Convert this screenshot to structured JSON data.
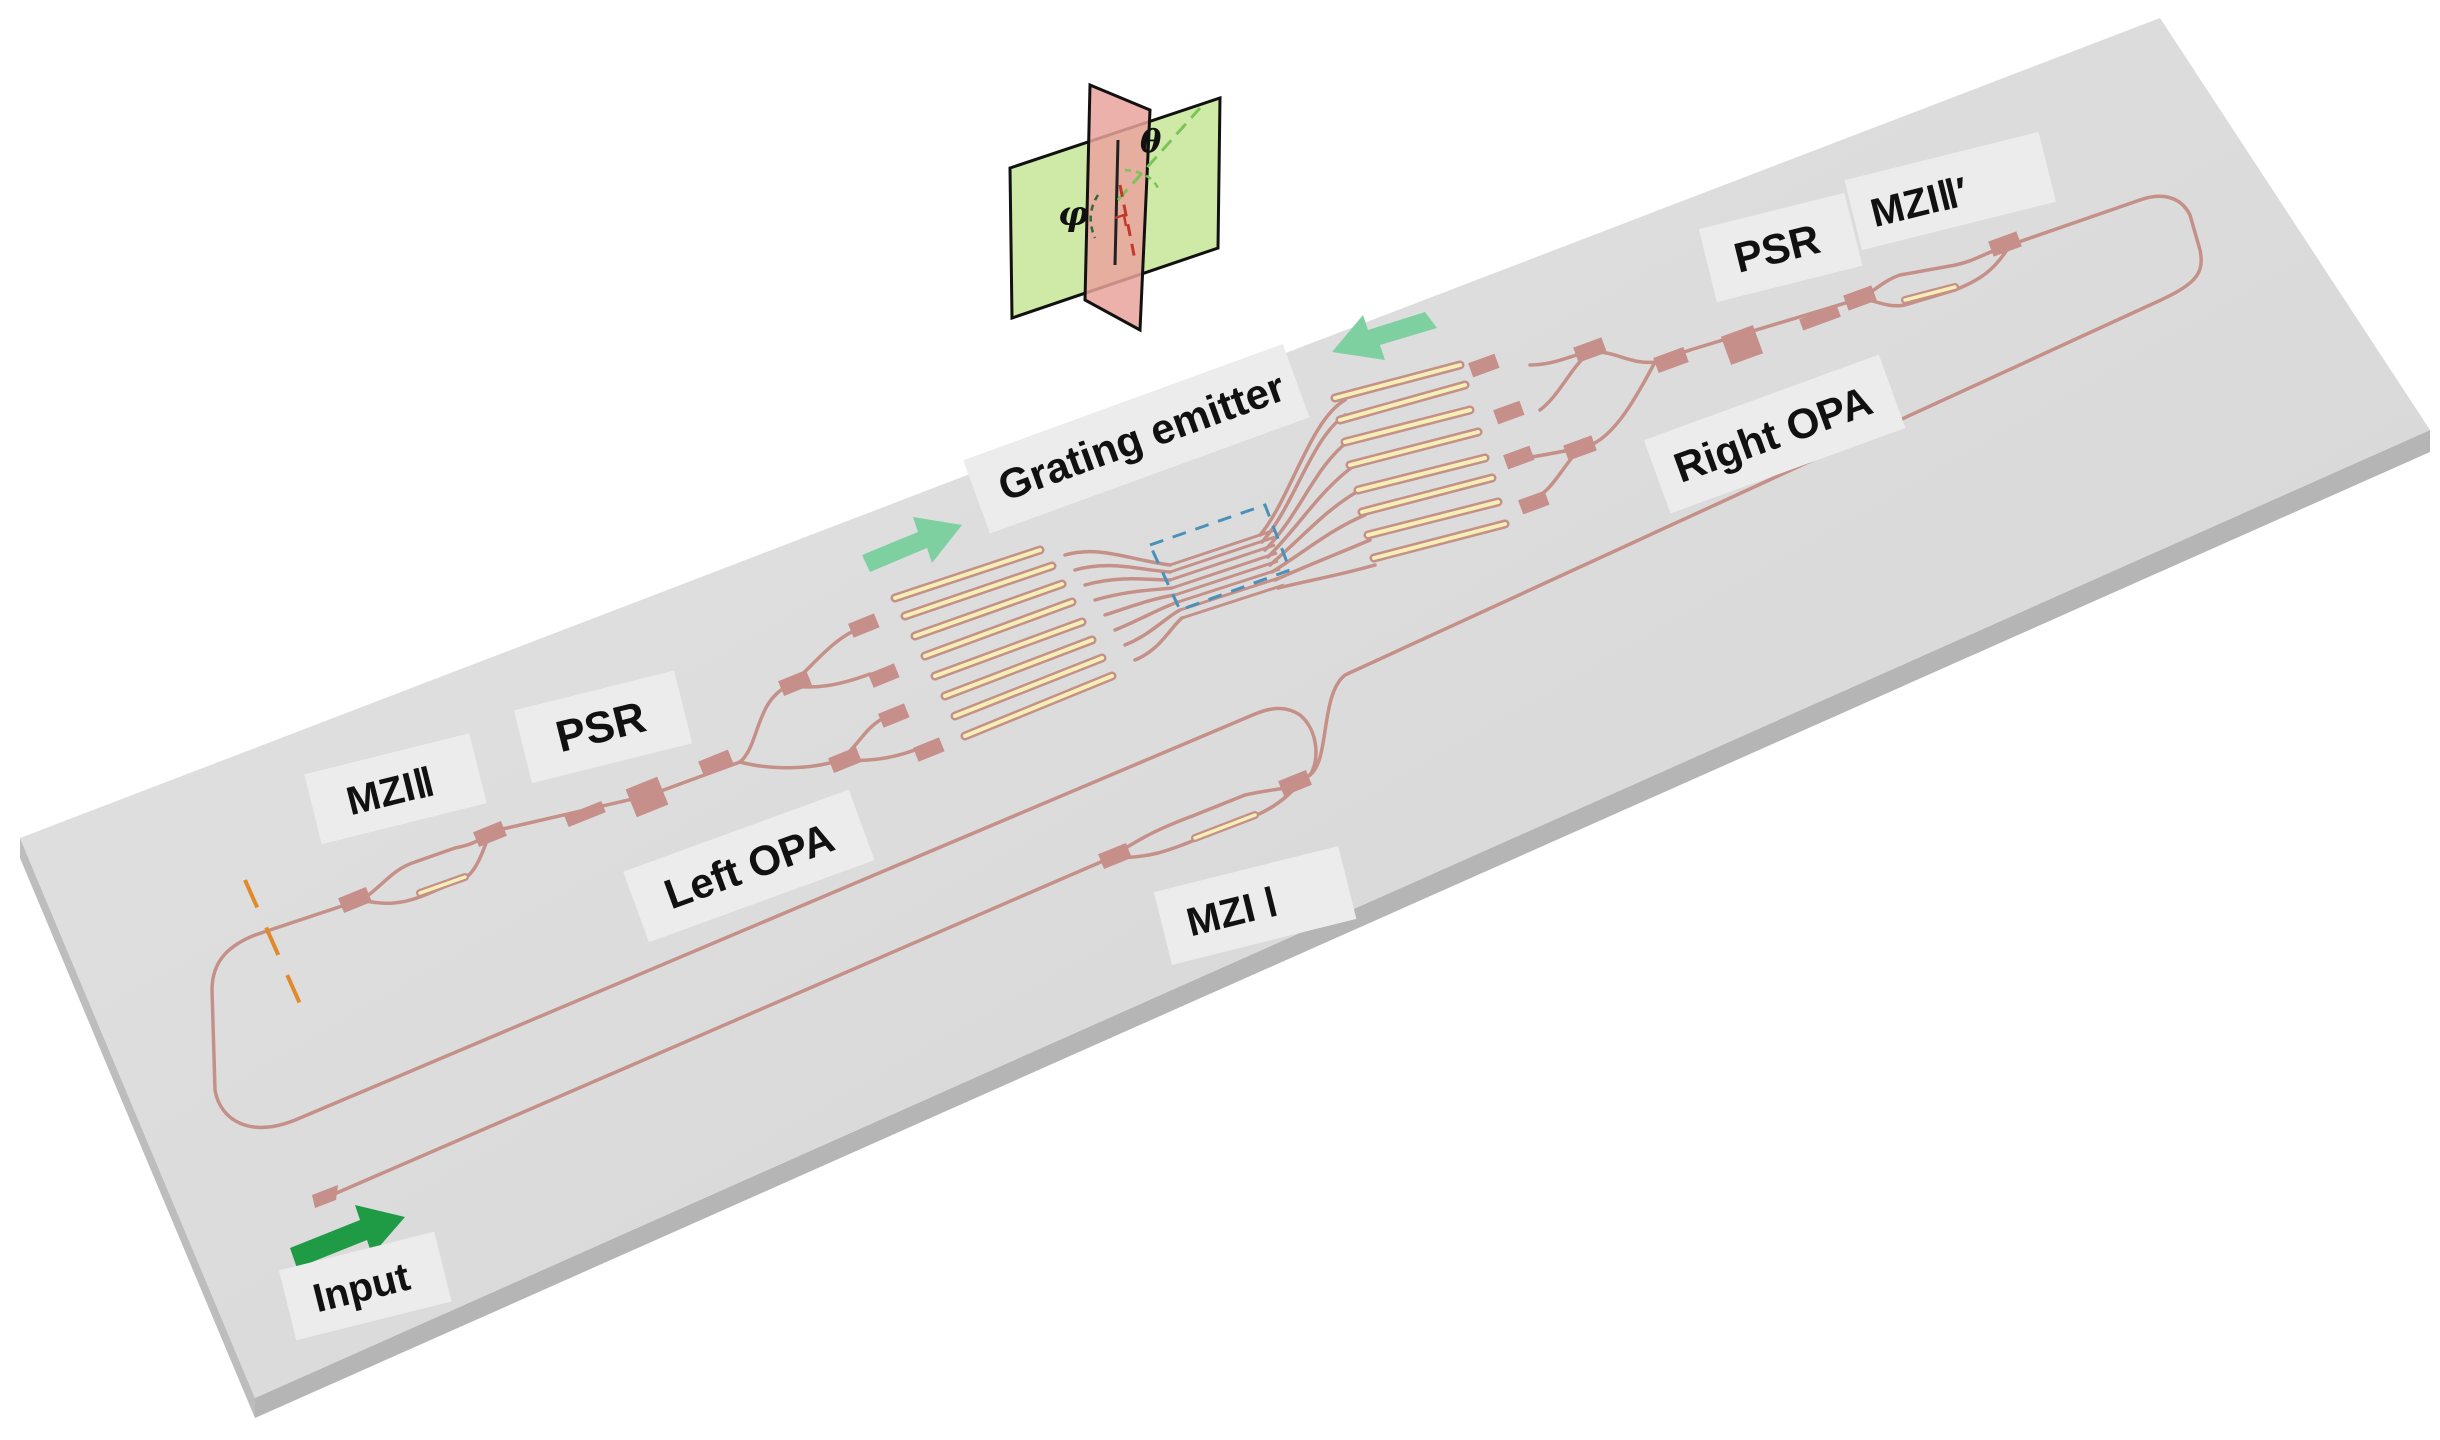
{
  "labels": {
    "mzi_ii_left": "MZIⅡ",
    "psr_left": "PSR",
    "left_opa": "Left OPA",
    "grating_emitter": "Grating emitter",
    "right_opa": "Right OPA",
    "psr_right": "PSR",
    "mzi_ii_right": "MZIⅡ′",
    "mzi_i": "MZI Ⅰ",
    "input": "Input"
  },
  "angles": {
    "theta": "θ",
    "phi": "φ"
  },
  "colors": {
    "chip_top": "#d9d9d9",
    "chip_front": "#bdbdbd",
    "chip_side": "#c8c8c8",
    "waveguide": "#c49088",
    "component": "#c78f8a",
    "phase_shifter": "#f5efb6",
    "arrow_input": "#1f9b46",
    "arrow_beam": "#7fd0a0",
    "emitter_box": "#4a90b8",
    "cut_marker": "#e08a2c",
    "plane_green": "#cfeaa6",
    "plane_red": "#eaa39c"
  },
  "components": {
    "arrows": [
      "input-arrow",
      "left-beam-arrow",
      "right-beam-arrow"
    ],
    "waveguide_network": [
      "input-waveguide",
      "mzi-i",
      "left-opa-tree",
      "right-opa-tree",
      "grating-emitter-array"
    ]
  }
}
